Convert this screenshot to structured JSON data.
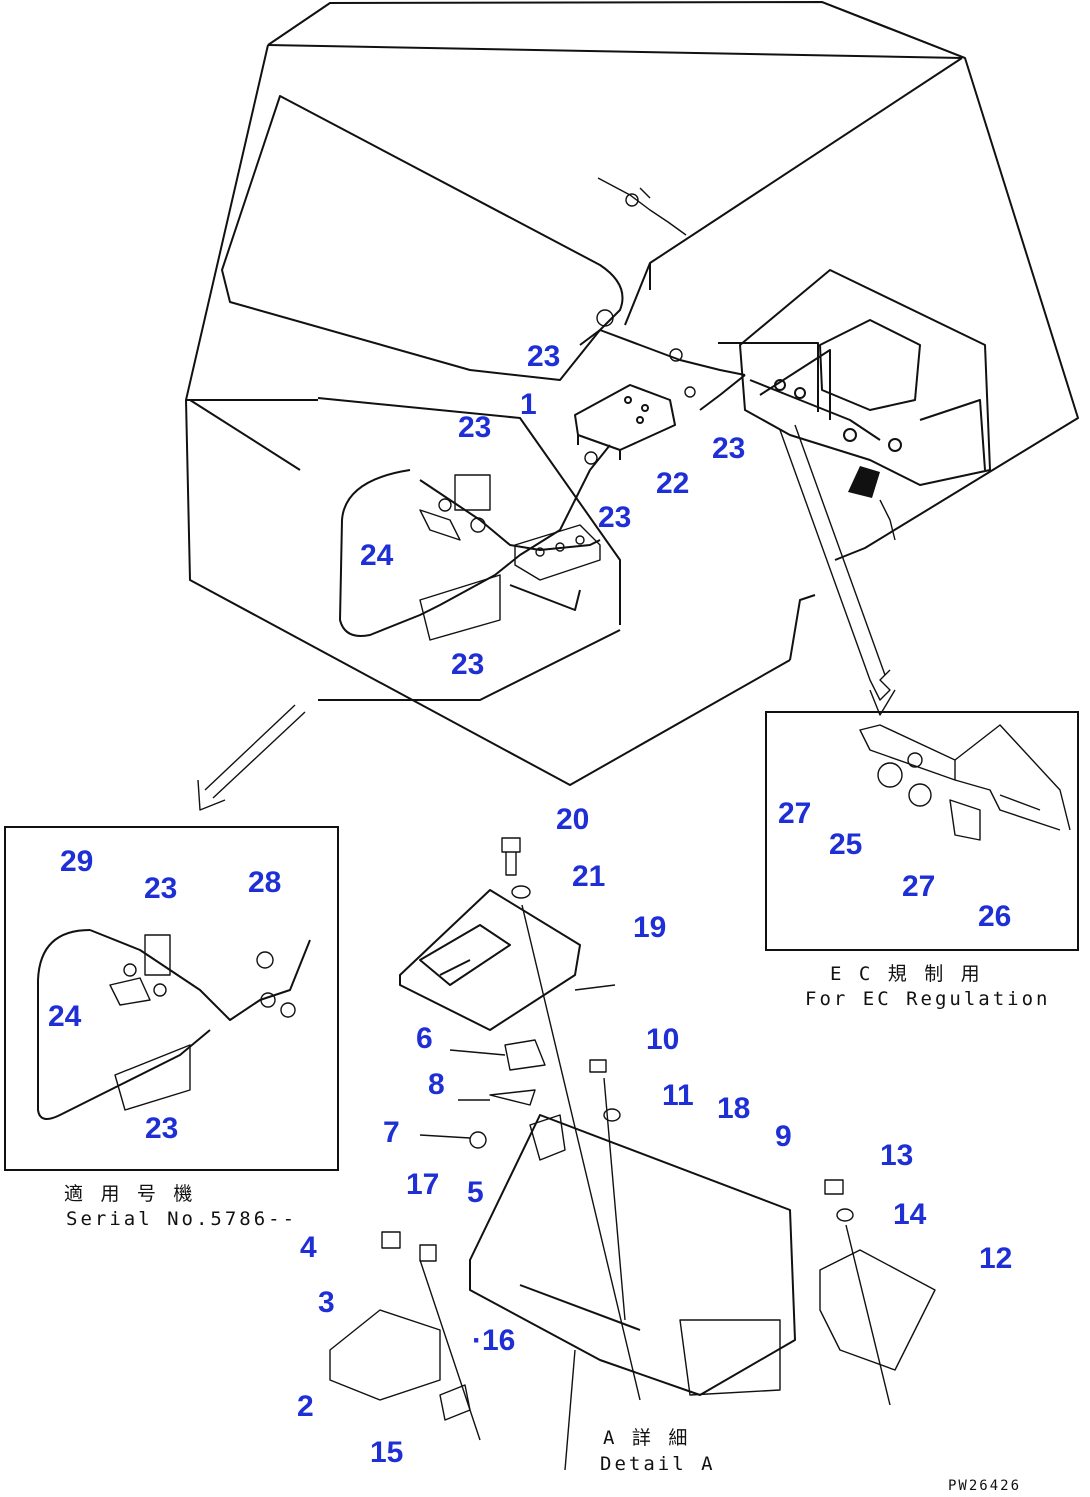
{
  "callouts": {
    "c23a": "23",
    "c1": "1",
    "c23b": "23",
    "c23c": "23",
    "c22": "22",
    "c23d": "23",
    "c24a": "24",
    "c23e": "23",
    "c27a": "27",
    "c25": "25",
    "c27b": "27",
    "c26": "26",
    "c29": "29",
    "c23f": "23",
    "c28": "28",
    "c24b": "24",
    "c23g": "23",
    "c20": "20",
    "c21": "21",
    "c19": "19",
    "c6": "6",
    "c10": "10",
    "c8": "8",
    "c11": "11",
    "c18": "18",
    "c9": "9",
    "c7": "7",
    "c5": "5",
    "c17": "17",
    "c13": "13",
    "c14": "14",
    "c4": "4",
    "c12": "12",
    "c3": "3",
    "c16": "·16",
    "c2": "2",
    "c15": "15"
  },
  "captions": {
    "ec_jp": "E C 規 制 用",
    "ec_en": "For EC Regulation",
    "serial_jp": "適 用 号 機",
    "serial_en": "Serial No.5786--",
    "detail_jp": "A 詳 細",
    "detail_en": "Detail A",
    "drawing_no": "PW26426"
  }
}
